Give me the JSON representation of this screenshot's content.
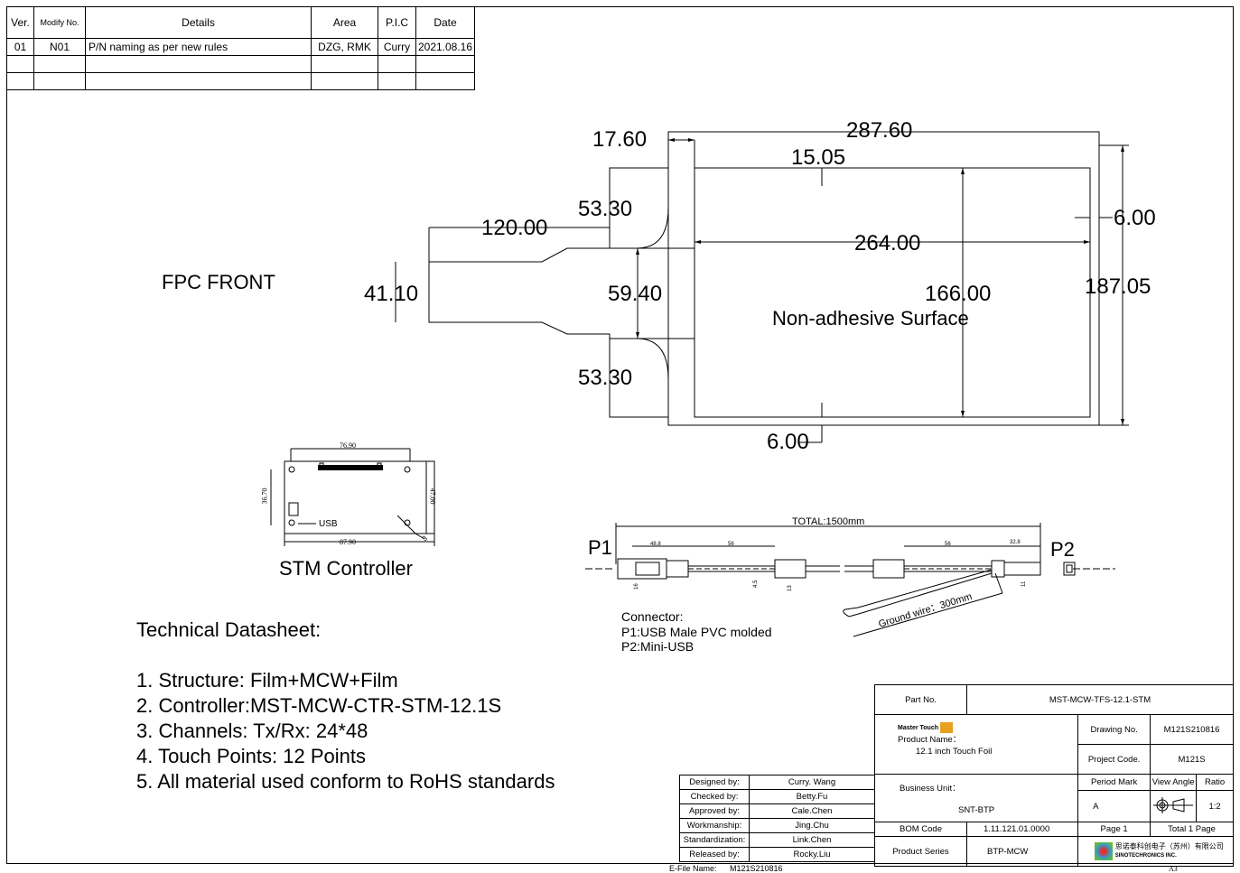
{
  "revision_table": {
    "headers": [
      "Ver.",
      "Modify No.",
      "Details",
      "Area",
      "P.I.C",
      "Date"
    ],
    "rows": [
      [
        "01",
        "N01",
        "P/N naming as per new rules",
        "DZG, RMK",
        "Curry",
        "2021.08.16"
      ],
      [
        "",
        "",
        "",
        "",
        "",
        ""
      ],
      [
        "",
        "",
        "",
        "",
        "",
        ""
      ]
    ]
  },
  "fpc": {
    "title": "FPC FRONT",
    "surface_label": "Non-adhesive Surface",
    "dims": {
      "d1": "287.60",
      "d2": "17.60",
      "d3": "15.05",
      "d4": "120.00",
      "d5": "53.30",
      "d6": "6.00",
      "d7": "264.00",
      "d8": "41.10",
      "d9": "59.40",
      "d10": "166.00",
      "d11": "187.05",
      "d12": "53.30",
      "d13": "6.00"
    }
  },
  "stm": {
    "title": "STM Controller",
    "dim_top": "76.90",
    "dim_bottom": "87.90",
    "dim_left": "36.70",
    "dim_right": "47.00",
    "usb_label": "USB",
    "hole": "3"
  },
  "cable": {
    "total": "TOTAL:1500mm",
    "p1": "P1",
    "p2": "P2",
    "dims": {
      "a": "48.8",
      "b": "56",
      "c": "56",
      "d": "32.8",
      "h1": "16",
      "h2": "4.5",
      "h3": "13",
      "h4": "11"
    },
    "ground": "Ground wire：300mm",
    "connector_lines": [
      "Connector:",
      "P1:USB Male PVC molded",
      "P2:Mini-USB"
    ]
  },
  "datasheet": {
    "title": "Technical Datasheet:",
    "items": [
      "1. Structure: Film+MCW+Film",
      "2. Controller:MST-MCW-CTR-STM-12.1S",
      "3. Channels: Tx/Rx: 24*48",
      "4. Touch Points: 12 Points",
      "5. All material used conform to RoHS standards"
    ]
  },
  "title_block": {
    "part_no_label": "Part No.",
    "part_no": "MST-MCW-TFS-12.1-STM",
    "brand": "Master Touch",
    "product_name_label": "Product Name：",
    "product_name": "12.1 inch Touch Foil",
    "drawing_no_label": "Drawing No.",
    "drawing_no": "M121S210816",
    "project_code_label": "Project Code.",
    "project_code": "M121S",
    "business_unit_label": "Business Unit：",
    "business_unit": "SNT-BTP",
    "period_mark_label": "Period Mark",
    "period_mark": "A",
    "view_angle_label": "View Angle",
    "ratio_label": "Ratio",
    "ratio": "1:2",
    "bom_code_label": "BOM Code",
    "bom_code": "1.11.121.01.0000",
    "page": "Page 1",
    "total_pages": "Total 1 Page",
    "product_series_label": "Product Series",
    "product_series": "BTP-MCW",
    "company_cn": "思诺泰科创电子（苏州）有限公司",
    "company_en": "SINOTECHRONICS INC.",
    "sign_rows": [
      [
        "Designed by:",
        "Curry. Wang"
      ],
      [
        "Checked by:",
        "Betty.Fu"
      ],
      [
        "Approved by:",
        "Cale.Chen"
      ],
      [
        "Workmanship:",
        "Jing.Chu"
      ],
      [
        "Standardization:",
        "Link.Chen"
      ],
      [
        "Released by:",
        "Rocky.Liu"
      ]
    ],
    "efile_label": "E-File Name:",
    "efile": "M121S210816",
    "sheet_size": "A3"
  }
}
